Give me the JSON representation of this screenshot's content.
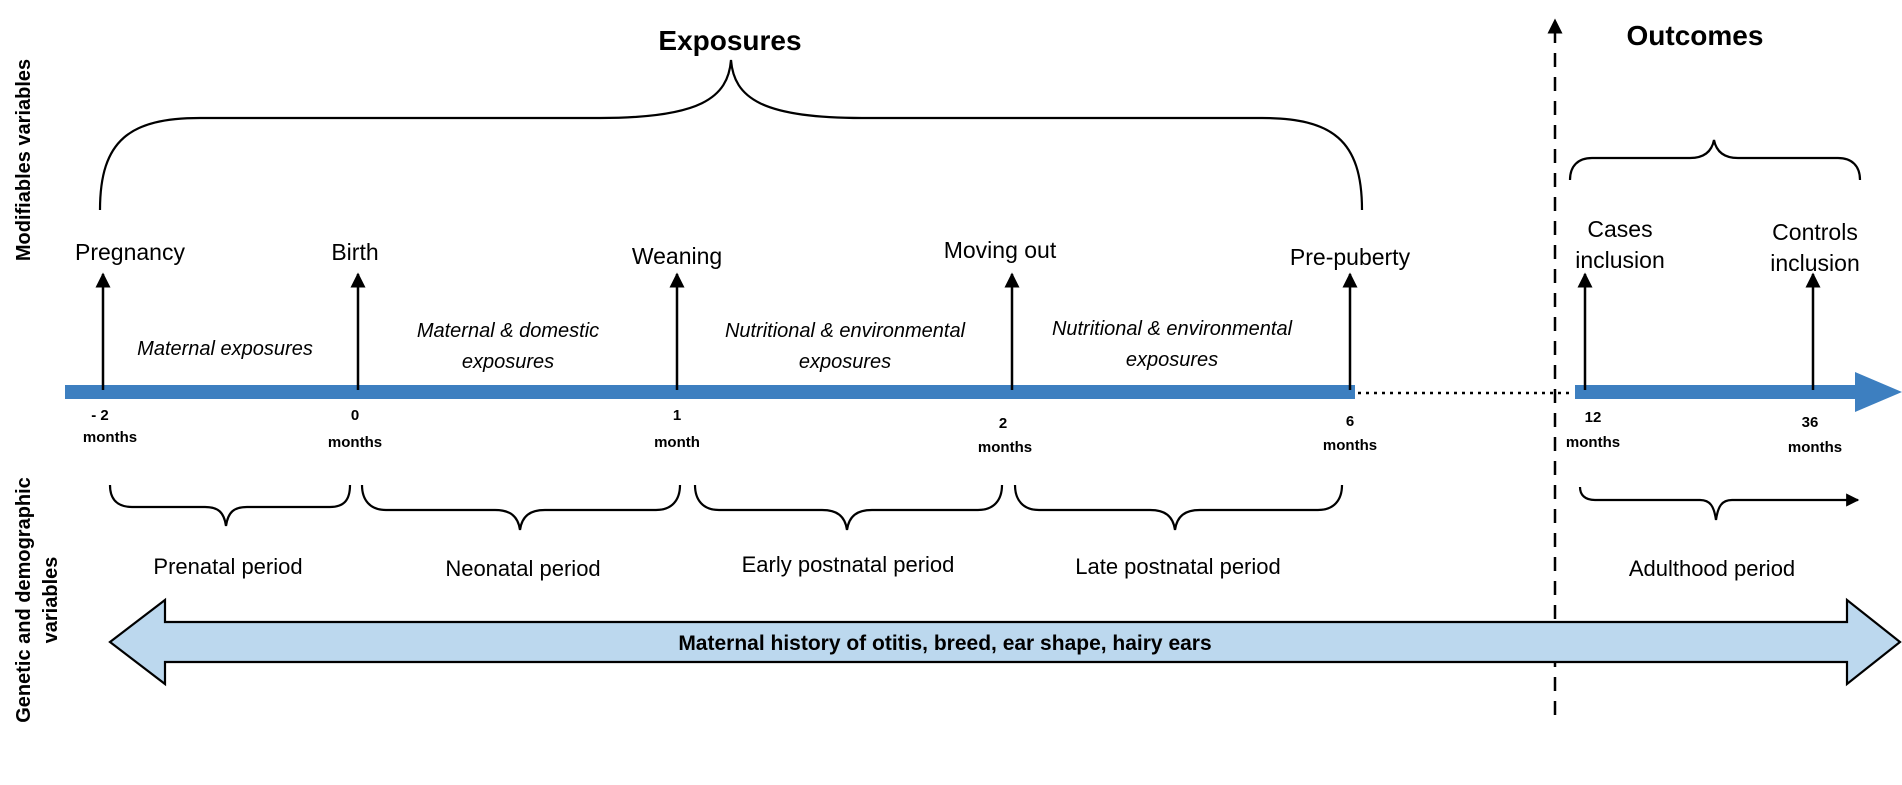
{
  "headers": {
    "exposures": "Exposures",
    "outcomes": "Outcomes"
  },
  "side_labels": {
    "modifiable": "Modifiables variables",
    "genetic_line1": "Genetic and demographic",
    "genetic_line2": "variables"
  },
  "events": [
    {
      "id": "pregnancy",
      "lines": [
        "Pregnancy"
      ],
      "tick": [
        "- 2",
        "months"
      ]
    },
    {
      "id": "birth",
      "lines": [
        "Birth"
      ],
      "tick": [
        "0",
        "months"
      ]
    },
    {
      "id": "weaning",
      "lines": [
        "Weaning"
      ],
      "tick": [
        "1",
        "month"
      ]
    },
    {
      "id": "moving-out",
      "lines": [
        "Moving out"
      ],
      "tick": [
        "2",
        "months"
      ]
    },
    {
      "id": "pre-puberty",
      "lines": [
        "Pre-puberty"
      ],
      "tick": [
        "6",
        "months"
      ]
    },
    {
      "id": "cases-inclusion",
      "lines": [
        "Cases",
        "inclusion"
      ],
      "tick": [
        "12",
        "months"
      ]
    },
    {
      "id": "controls-inclusion",
      "lines": [
        "Controls",
        "inclusion"
      ],
      "tick": [
        "36",
        "months"
      ]
    }
  ],
  "exposure_labels": [
    {
      "id": "maternal",
      "lines": [
        "Maternal exposures"
      ]
    },
    {
      "id": "maternal-domestic",
      "lines": [
        "Maternal & domestic",
        "exposures"
      ]
    },
    {
      "id": "nutritional-env-1",
      "lines": [
        "Nutritional & environmental",
        "exposures"
      ]
    },
    {
      "id": "nutritional-env-2",
      "lines": [
        "Nutritional & environmental",
        "exposures"
      ]
    }
  ],
  "periods": [
    "Prenatal period",
    "Neonatal period",
    "Early postnatal period",
    "Late postnatal period",
    "Adulthood period"
  ],
  "bottom_bar": "Maternal history of otitis, breed, ear shape, hairy ears",
  "colors": {
    "timeline": "#3d7fc0",
    "bar_fill": "#bcd8ee",
    "bar_stroke": "#000000",
    "text": "#000000"
  }
}
